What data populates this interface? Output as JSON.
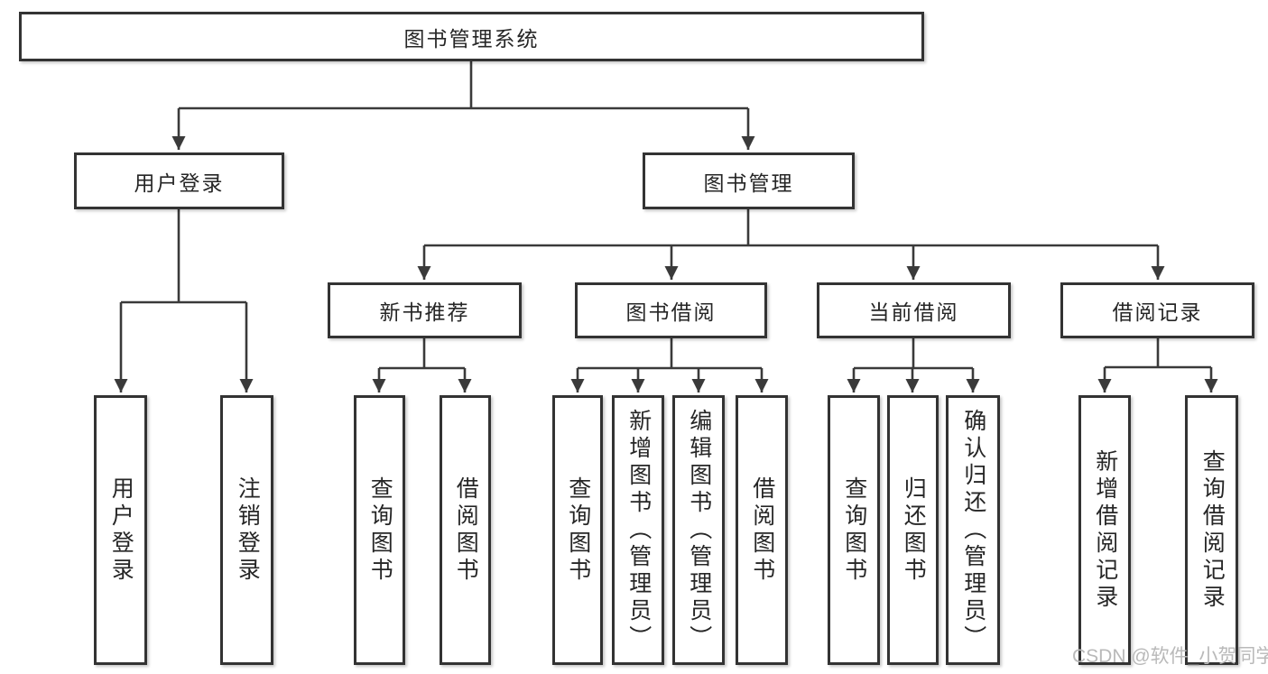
{
  "diagram": {
    "type": "tree-structure-chart",
    "title": "图书管理系统"
  },
  "tree": {
    "label": "图书管理系统",
    "children": [
      {
        "label": "用户登录",
        "children": [
          {
            "label": "用户登录"
          },
          {
            "label": "注销登录"
          }
        ]
      },
      {
        "label": "图书管理",
        "children": [
          {
            "label": "新书推荐",
            "children": [
              {
                "label": "查询图书"
              },
              {
                "label": "借阅图书"
              }
            ]
          },
          {
            "label": "图书借阅",
            "children": [
              {
                "label": "查询图书"
              },
              {
                "label": "新增图书（管理员）"
              },
              {
                "label": "编辑图书（管理员）"
              },
              {
                "label": "借阅图书"
              }
            ]
          },
          {
            "label": "当前借阅",
            "children": [
              {
                "label": "查询图书"
              },
              {
                "label": "归还图书"
              },
              {
                "label": "确认归还（管理员）"
              }
            ]
          },
          {
            "label": "借阅记录",
            "children": [
              {
                "label": "新增借阅记录"
              },
              {
                "label": "查询借阅记录"
              }
            ]
          }
        ]
      }
    ]
  },
  "watermark": {
    "text": "CSDN @软件_小贺同学"
  },
  "colors": {
    "background": "#ffffff",
    "line": "#3a3a3a",
    "box_border": "#333333",
    "box_fill": "#ffffff",
    "text": "#262626",
    "watermark": "#b9b9b9"
  }
}
